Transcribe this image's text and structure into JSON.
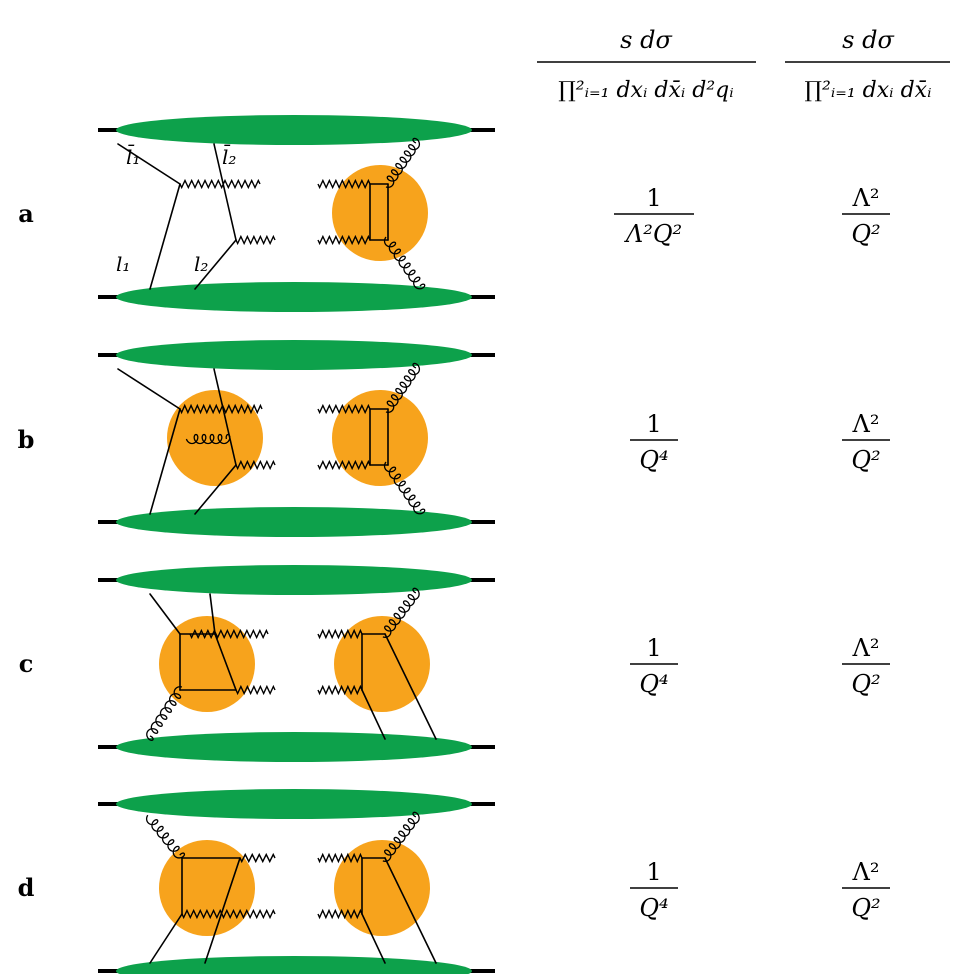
{
  "header": {
    "col1": {
      "numerator": "s dσ",
      "denominator": "∏²ᵢ₌₁ dxᵢ dx̄ᵢ d²qᵢ"
    },
    "col2": {
      "numerator": "s dσ",
      "denominator": "∏²ᵢ₌₁ dxᵢ dx̄ᵢ"
    }
  },
  "rows": [
    {
      "label": "a",
      "col1": {
        "num": "1",
        "den": "Λ²Q²"
      },
      "col2": {
        "num": "Λ²",
        "den": "Q²"
      }
    },
    {
      "label": "b",
      "col1": {
        "num": "1",
        "den": "Q⁴"
      },
      "col2": {
        "num": "Λ²",
        "den": "Q²"
      }
    },
    {
      "label": "c",
      "col1": {
        "num": "1",
        "den": "Q⁴"
      },
      "col2": {
        "num": "Λ²",
        "den": "Q²"
      }
    },
    {
      "label": "d",
      "col1": {
        "num": "1",
        "den": "Q⁴"
      },
      "col2": {
        "num": "Λ²",
        "den": "Q²"
      }
    }
  ],
  "parton_labels": {
    "lbar1": "l̄₁",
    "lbar2": "l̄₂",
    "l1": "l₁",
    "l2": "l₂"
  },
  "colors": {
    "hadron": "#0da14b",
    "blob": "#f7a31c",
    "line": "#000000"
  }
}
